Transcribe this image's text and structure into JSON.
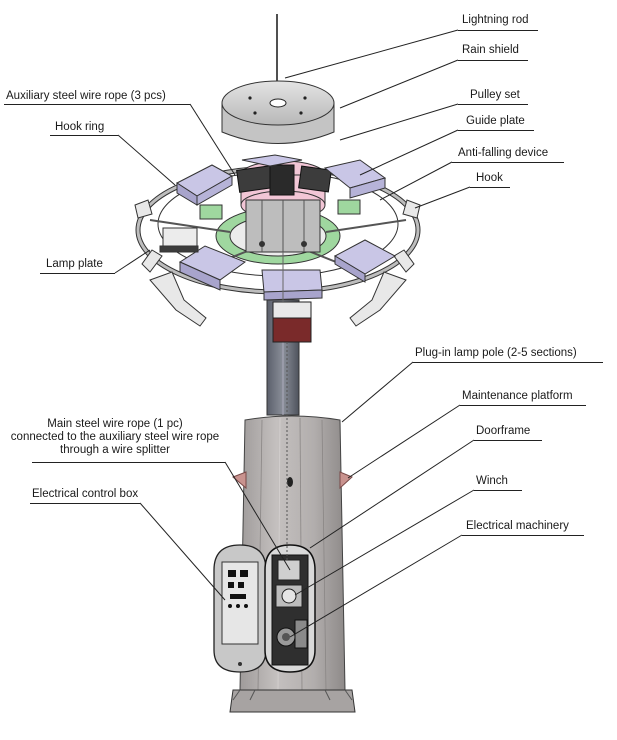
{
  "labels": {
    "lightning_rod": "Lightning rod",
    "rain_shield": "Rain shield",
    "aux_rope": "Auxiliary steel wire rope (3 pcs)",
    "pulley_set": "Pulley set",
    "hook_ring": "Hook ring",
    "guide_plate": "Guide plate",
    "anti_falling": "Anti-falling device",
    "hook": "Hook",
    "lamp_plate": "Lamp plate",
    "plug_in_pole": "Plug-in lamp pole (2-5 sections)",
    "maintenance_platform": "Maintenance platform",
    "main_rope_line1": "Main steel wire rope (1 pc)",
    "main_rope_line2": "connected to the auxiliary steel wire rope",
    "main_rope_line3": "through a wire splitter",
    "doorframe": "Doorframe",
    "winch": "Winch",
    "control_box": "Electrical control box",
    "electrical_machinery": "Electrical machinery"
  },
  "colors": {
    "lamp_box": "#c9c6e6",
    "pink": "#f2c6d6",
    "green": "#9fd79f",
    "steel": "#bdbdbd",
    "pole": "#b4b0af",
    "platform": "#c9938f",
    "dark_red": "#7a2a2a"
  }
}
